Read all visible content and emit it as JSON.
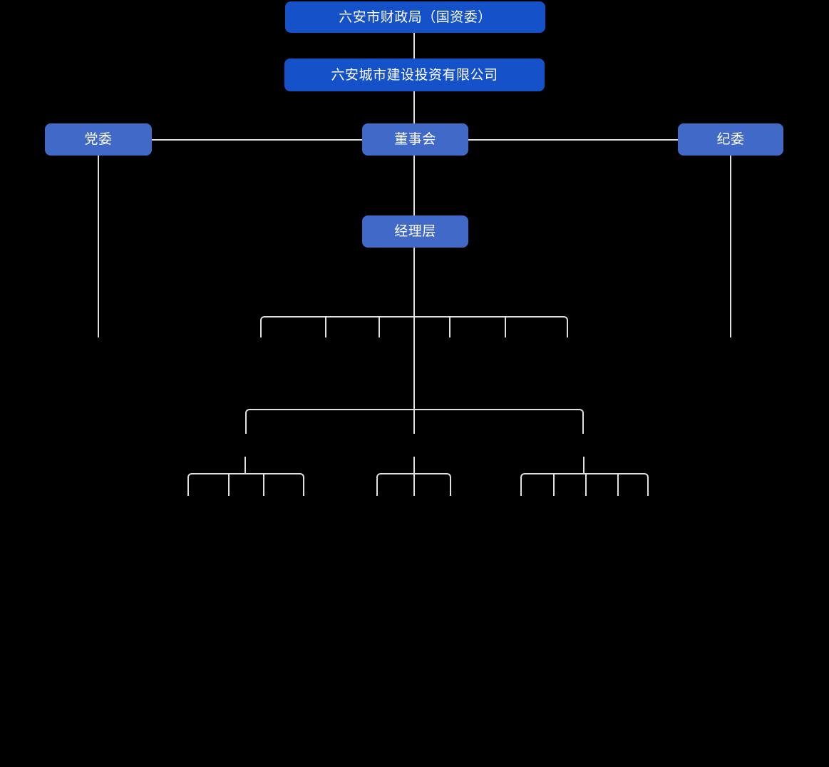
{
  "colors": {
    "background": "#000000",
    "node_primary": "#1551c9",
    "node_secondary": "#4169c8",
    "node_text": "#ffffff",
    "connector_line": "#e0e0e0"
  },
  "org_chart": {
    "nodes": {
      "root": {
        "label": "六安市财政局（国资委）"
      },
      "company": {
        "label": "六安城市建设投资有限公司"
      },
      "party_committee": {
        "label": "党委"
      },
      "board": {
        "label": "董事会"
      },
      "discipline_committee": {
        "label": "纪委"
      },
      "management": {
        "label": "经理层"
      }
    },
    "connector_counts": {
      "management_children_ticks": 7,
      "second_tier_branches": 3,
      "third_tier_left_ticks": 4,
      "third_tier_center_ticks": 3,
      "third_tier_right_ticks": 5
    }
  }
}
